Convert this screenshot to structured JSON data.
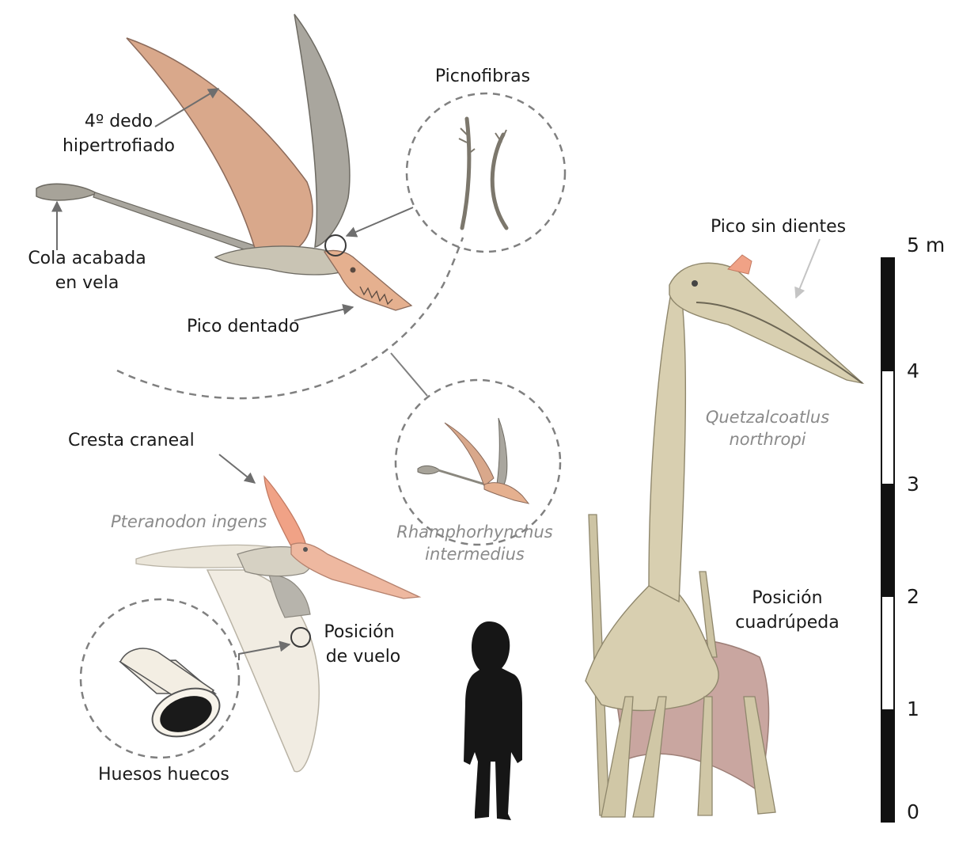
{
  "labels": {
    "picnofibras": "Picnofibras",
    "dedo_line1": "4º dedo",
    "dedo_line2": "hipertrofiado",
    "cola_line1": "Cola acabada",
    "cola_line2": "en vela",
    "pico_dentado": "Pico dentado",
    "pico_sin_dientes": "Pico sin dientes",
    "cresta": "Cresta craneal",
    "posicion_vuelo_line1": "Posición",
    "posicion_vuelo_line2": "de vuelo",
    "huesos": "Huesos huecos",
    "posicion_cuad_line1": "Posición",
    "posicion_cuad_line2": "cuadrúpeda"
  },
  "species": {
    "pteranodon": "Pteranodon ingens",
    "rhamph_line1": "Rhamphorhynchus",
    "rhamph_line2": "intermedius",
    "quetzal_line1": "Quetzalcoatlus",
    "quetzal_line2": "northropi"
  },
  "scale_bar": {
    "unit_label": "5 m",
    "ticks": [
      "4",
      "3",
      "2",
      "1",
      "0"
    ]
  },
  "colors": {
    "wing_pink": "#d9a88b",
    "grey": "#a9a69e",
    "quetzal_body": "#d8cfb0",
    "membrane_pink": "#c9a6a0",
    "pteranodon_wing": "#f1ece2",
    "silhouette": "#161616",
    "crest": "#f0a286"
  }
}
